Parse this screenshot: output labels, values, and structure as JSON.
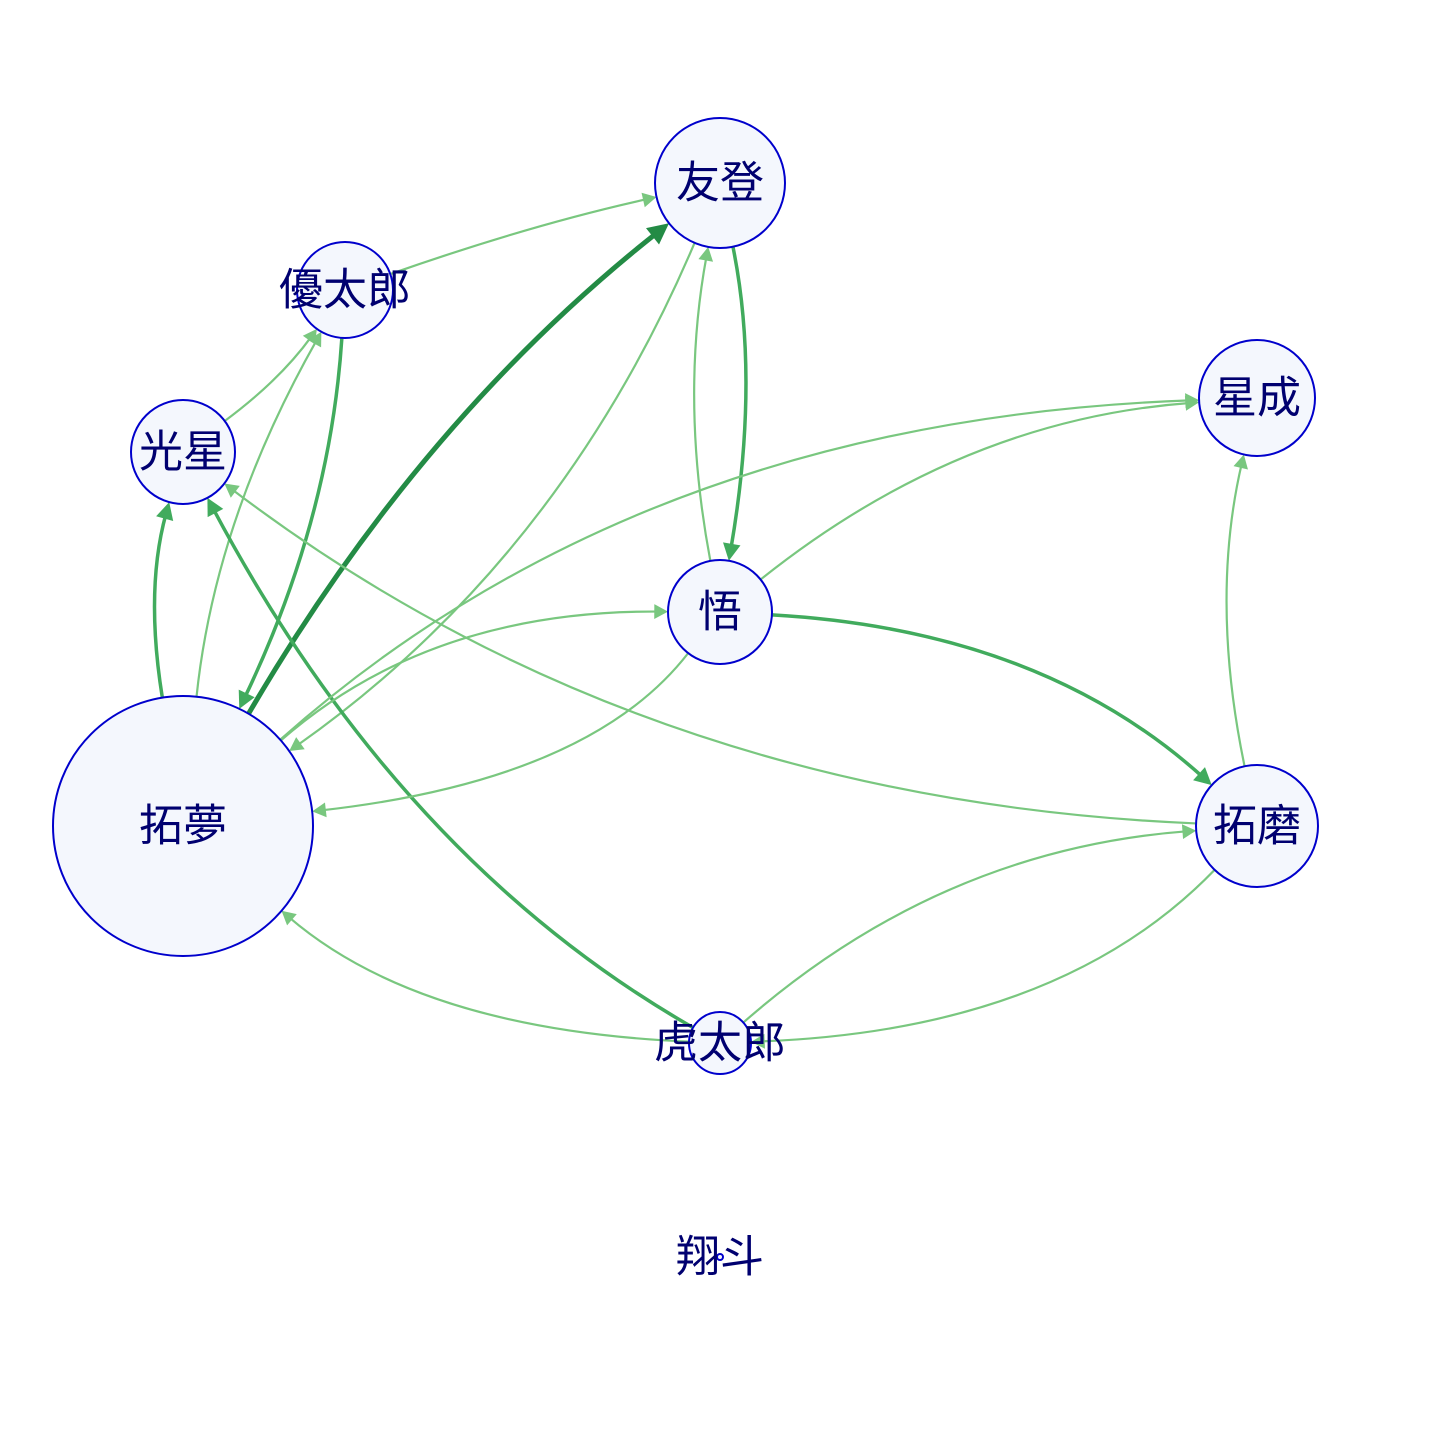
{
  "graph": {
    "nodes": [
      {
        "id": "yuto",
        "label": "友登"
      },
      {
        "id": "yutaro",
        "label": "優太郎"
      },
      {
        "id": "kosei",
        "label": "光星"
      },
      {
        "id": "seisei",
        "label": "星成"
      },
      {
        "id": "satoru",
        "label": "悟"
      },
      {
        "id": "takumu",
        "label": "拓夢"
      },
      {
        "id": "takuma",
        "label": "拓磨"
      },
      {
        "id": "kotaro",
        "label": "虎太郎"
      },
      {
        "id": "shoto",
        "label": "翔斗"
      }
    ],
    "edges": [
      {
        "from": "takumu",
        "to": "yuto",
        "weight": 3
      },
      {
        "from": "yutaro",
        "to": "yuto",
        "weight": 1
      },
      {
        "from": "yuto",
        "to": "takumu",
        "weight": 1
      },
      {
        "from": "yuto",
        "to": "satoru",
        "weight": 2
      },
      {
        "from": "satoru",
        "to": "yuto",
        "weight": 1
      },
      {
        "from": "kosei",
        "to": "yutaro",
        "weight": 1
      },
      {
        "from": "yutaro",
        "to": "takumu",
        "weight": 2
      },
      {
        "from": "takumu",
        "to": "yutaro",
        "weight": 1
      },
      {
        "from": "takumu",
        "to": "kosei",
        "weight": 2
      },
      {
        "from": "kotaro",
        "to": "kosei",
        "weight": 2
      },
      {
        "from": "takuma",
        "to": "kosei",
        "weight": 1
      },
      {
        "from": "takumu",
        "to": "seisei",
        "weight": 1
      },
      {
        "from": "satoru",
        "to": "seisei",
        "weight": 1
      },
      {
        "from": "takuma",
        "to": "seisei",
        "weight": 1
      },
      {
        "from": "satoru",
        "to": "takuma",
        "weight": 2
      },
      {
        "from": "takumu",
        "to": "satoru",
        "weight": 1
      },
      {
        "from": "satoru",
        "to": "takumu",
        "weight": 1
      },
      {
        "from": "kotaro",
        "to": "takumu",
        "weight": 1
      },
      {
        "from": "kotaro",
        "to": "takuma",
        "weight": 1
      },
      {
        "from": "takuma",
        "to": "kotaro",
        "weight": 1
      }
    ]
  },
  "colors": {
    "node_fill": "#f4f7fd",
    "node_stroke": "#0000cc",
    "label": "#000070",
    "edge_light": "#79c77f",
    "edge_mid": "#41ab5d",
    "edge_dark": "#238b45"
  }
}
